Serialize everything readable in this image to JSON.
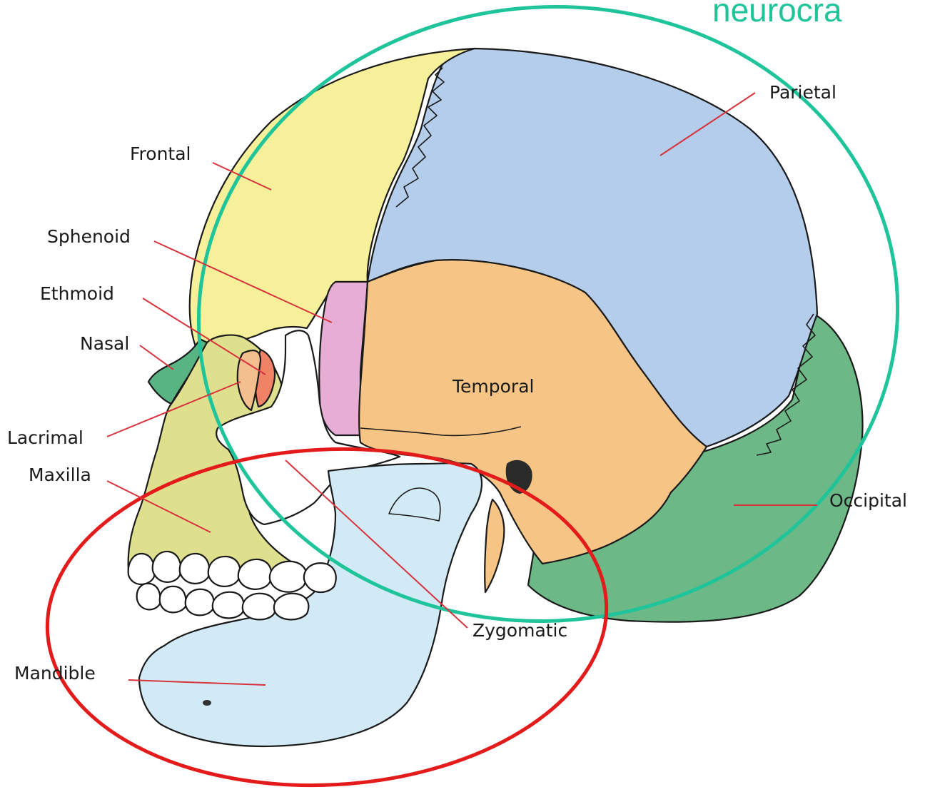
{
  "title": "neurocra",
  "labels": {
    "parietal": "Parietal",
    "frontal": "Frontal",
    "sphenoid": "Sphenoid",
    "ethmoid": "Ethmoid",
    "nasal": "Nasal",
    "lacrimal": "Lacrimal",
    "maxilla": "Maxilla",
    "temporal": "Temporal",
    "occipital": "Occipital",
    "zygomatic": "Zygomatic",
    "mandible": "Mandible"
  },
  "colors": {
    "neurocranium_ellipse": "#1fc49a",
    "viscerocranium_ellipse": "#e31b1b",
    "parietal": "#b3cdea",
    "frontal": "#f7f09a",
    "sphenoid": "#e6aed4",
    "temporal": "#f6c586",
    "occipital": "#6cb886",
    "nasal": "#58b483",
    "ethmoid": "#f08366",
    "lacrimal": "#f3bf8e",
    "maxilla": "#dfe08e",
    "zygomatic": "#ffffff",
    "mandible": "#d2e9f6",
    "leader_lines": "#d7333d"
  }
}
